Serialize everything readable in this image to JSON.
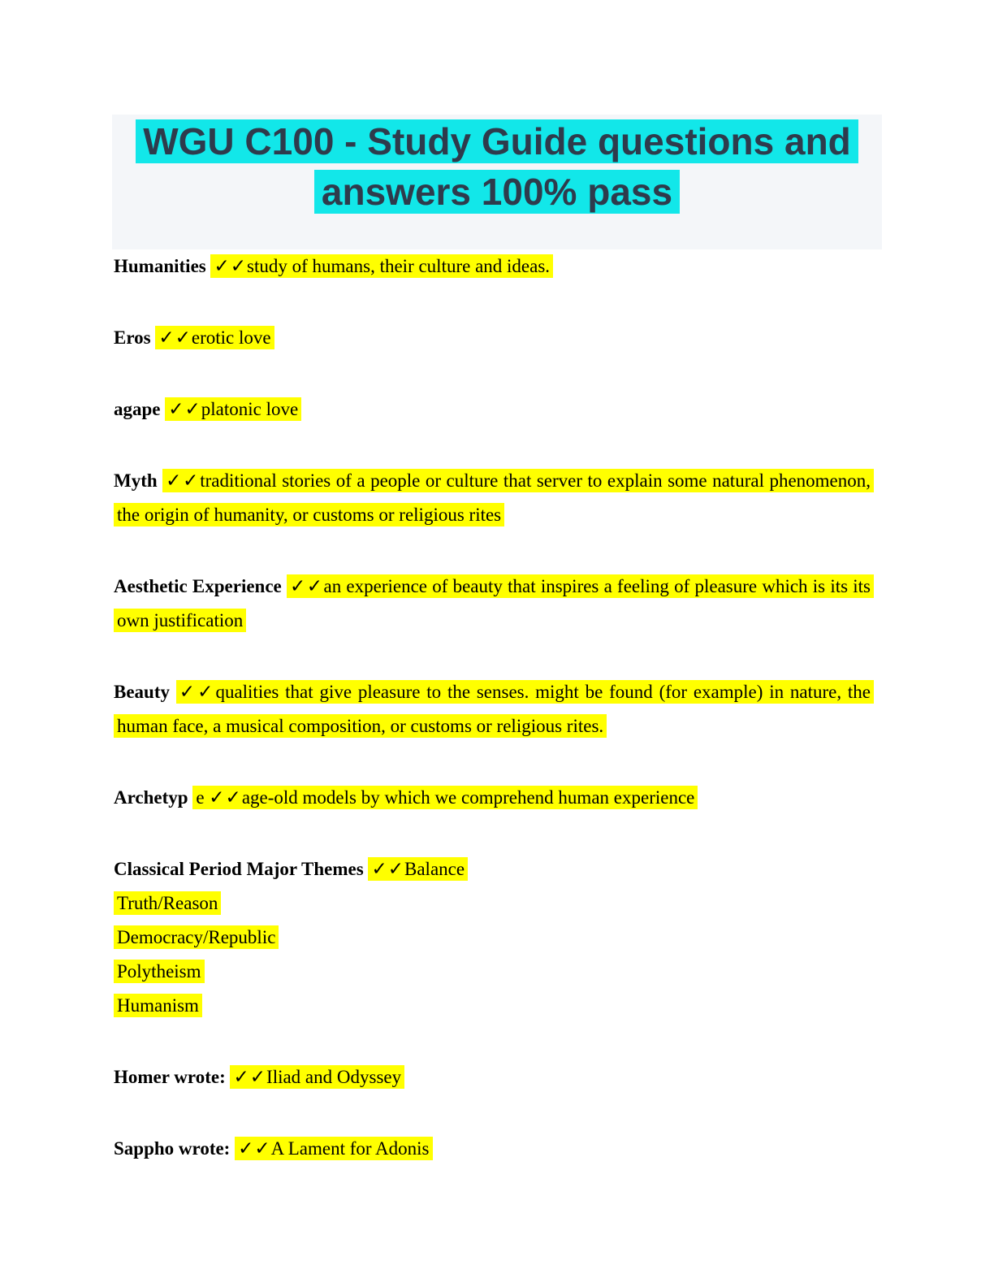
{
  "document": {
    "title": {
      "line1": "WGU C100 - Study Guide questions and",
      "line2": "answers 100% pass"
    },
    "checkmark_icon": "✓✓",
    "entries": [
      {
        "term": "Humanities",
        "answer": "study of humans, their culture and ideas.",
        "justify": false
      },
      {
        "term": "Eros",
        "answer": "erotic love",
        "justify": false
      },
      {
        "term": "agape",
        "answer": "platonic love",
        "justify": false
      },
      {
        "term": "Myth",
        "answer": "traditional stories of a people or culture that server to explain some natural phenomenon, the origin of humanity, or customs or religious rites",
        "justify": true
      },
      {
        "term": "Aesthetic Experience",
        "answer": "an experience of beauty that inspires a feeling of pleasure which is its its own justification",
        "justify": true
      },
      {
        "term": "Beauty",
        "answer": "qualities that give pleasure to the senses. might be found (for example) in nature, the human face, a musical composition, or customs or religious rites.",
        "justify": true
      },
      {
        "term": "Archetyp",
        "hl_prefix": "e ",
        "answer": "age-old models by which we comprehend human experience",
        "justify": false
      },
      {
        "term": "Classical Period Major Themes",
        "answer": "Balance",
        "lines": [
          "Truth/Reason",
          "Democracy/Republic",
          "Polytheism",
          "Humanism"
        ],
        "justify": false
      },
      {
        "term": "Homer wrote:",
        "answer": "Iliad and Odyssey",
        "justify": false
      },
      {
        "term": "Sappho wrote:",
        "answer": "A Lament for Adonis",
        "justify": false
      }
    ]
  },
  "colors": {
    "highlight-cyan": "#12e7e9",
    "highlight-yellow": "#ffff00",
    "panel-bg": "#f4f6f9",
    "title-text": "#2e3b4c",
    "body-text": "#000000"
  }
}
